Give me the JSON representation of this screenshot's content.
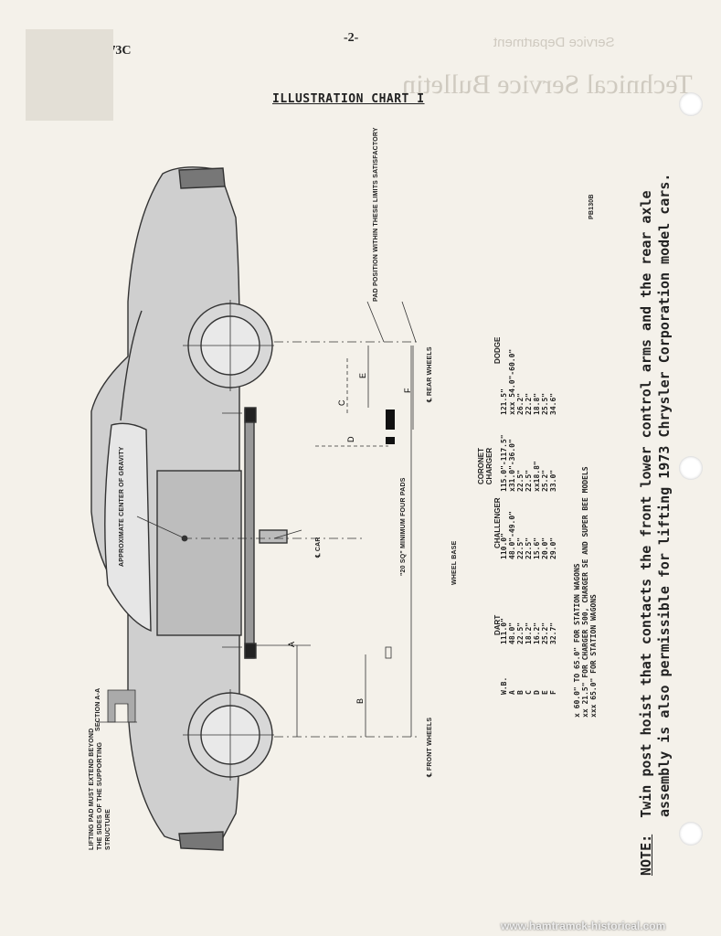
{
  "header": {
    "doc_number": "No. 25-02-73C",
    "page_number": "-2-",
    "chart_title": "ILLUSTRATION CHART I",
    "bleed_dept": "Service Department",
    "bleed_title": "Technical Service Bulletin",
    "watermark": "www.hamtramck-historical.com"
  },
  "diagram": {
    "pad_position": "PAD POSITION WITHIN THESE LIMITS SATISFACTORY",
    "center_gravity": "APPROXIMATE CENTER OF GRAVITY",
    "min_pads": "\"20 SQ\" MINIMUM FOUR PADS",
    "center_car": "℄ CAR",
    "rear_wheels": "℄ REAR WHEELS",
    "front_wheels": "℄ FRONT WHEELS",
    "wheel_base": "WHEEL BASE",
    "section": "SECTION A-A",
    "lifting_pad": "LIFTING PAD MUST EXTEND BEYOND THE SIDES OF THE SUPPORTING STRUCTURE",
    "ref_code": "PB130B",
    "dim_labels": [
      "A",
      "B",
      "C",
      "D",
      "E",
      "F"
    ]
  },
  "table": {
    "row_labels": [
      "W.B.",
      "A",
      "B",
      "C",
      "D",
      "E",
      "F"
    ],
    "columns": [
      {
        "name": "DART",
        "values": [
          "111.0\"",
          "48.0\"",
          "22.5\"",
          "18.2\"",
          "16.2\"",
          "25.2\"",
          "32.7\""
        ]
      },
      {
        "name": "CHALLENGER",
        "values": [
          "110.0\"",
          "48.0\"-49.0\"",
          "22.5\"",
          "22.5\"",
          "15.6\"",
          "20.0\"",
          "29.0\""
        ]
      },
      {
        "name": "CORONET CHARGER",
        "values": [
          "115.0\"-117.5\"",
          "x31.0\"-36.0\"",
          "22.5\"",
          "22.5\"",
          "xx18.8\"",
          "25.2\"",
          "33.0\""
        ]
      },
      {
        "name": "DODGE",
        "values": [
          "121.5\"",
          "xxx 54.0\"-60.0\"",
          "26.2\"",
          "22.2\"",
          "18.8\"",
          "25.5\"",
          "34.6\""
        ]
      }
    ],
    "footnotes": [
      "x   60.0\" TO 65.0\" FOR STATION WAGONS",
      "xx  21.5\" FOR CHARGER 500, CHARGER SE AND SUPER BEE MODELS",
      "xxx 65.0\" FOR STATION WAGONS"
    ]
  },
  "note": {
    "label": "NOTE:",
    "line1": "Twin post hoist that contacts the front lower control arms and the rear axle",
    "line2": "assembly is also permissible for lifting 1973 Chrysler Corporation model cars."
  }
}
